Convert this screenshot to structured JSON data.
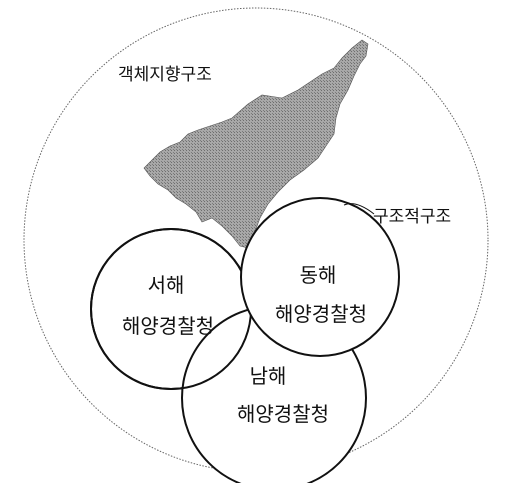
{
  "diagram": {
    "outer_label": "객체지향구조",
    "structure_label": "구조적구조",
    "circles": [
      {
        "id": "west",
        "line1": "서해",
        "line2": "해양경찰청"
      },
      {
        "id": "east",
        "line1": "동해",
        "line2": "해양경찰청"
      },
      {
        "id": "south",
        "line1": "남해",
        "line2": "해양경찰청"
      }
    ]
  },
  "colors": {
    "map_fill": "#9a9a9a",
    "stroke": "#111111",
    "background": "#ffffff"
  }
}
